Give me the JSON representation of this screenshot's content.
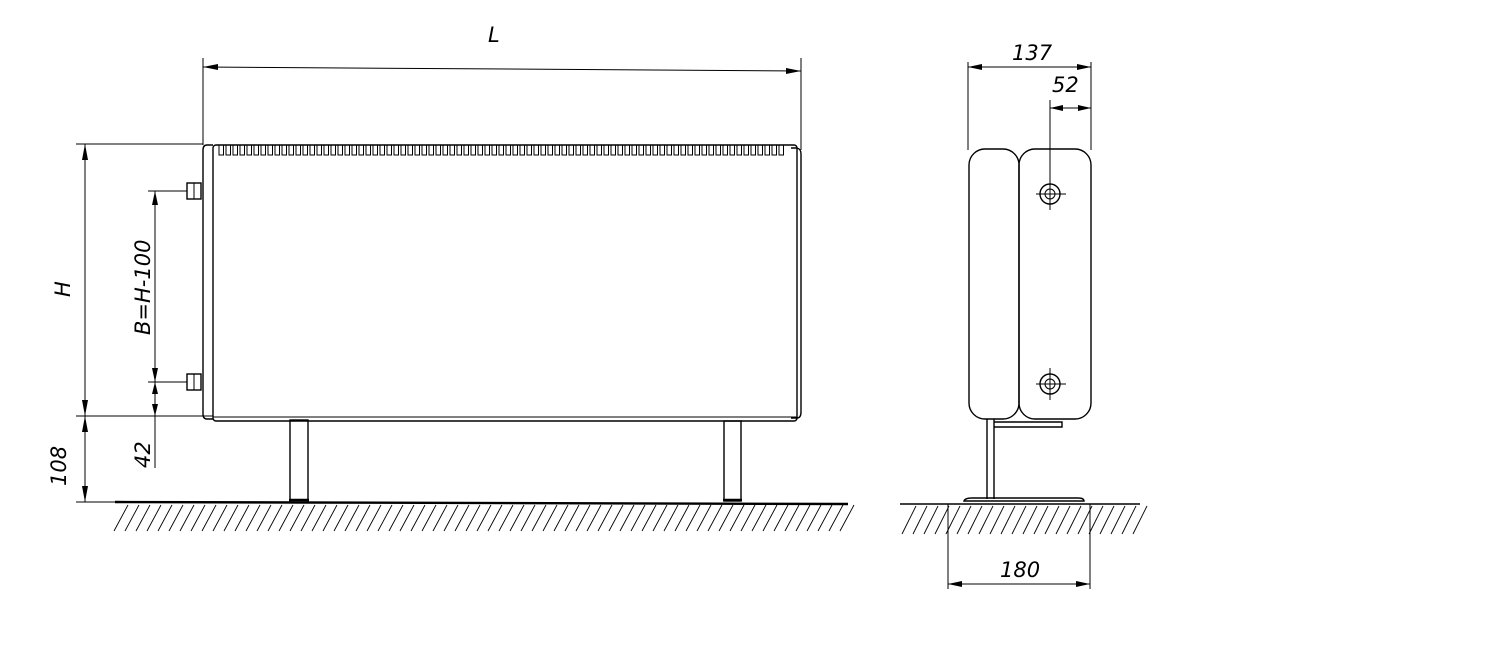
{
  "front_view": {
    "length_label": "L",
    "height_label": "H",
    "spacing_label": "B=H-100",
    "offset_label": "42",
    "clearance_label": "108"
  },
  "side_view": {
    "depth_label": "137",
    "pipe_offset_label": "52",
    "foot_width_label": "180"
  }
}
